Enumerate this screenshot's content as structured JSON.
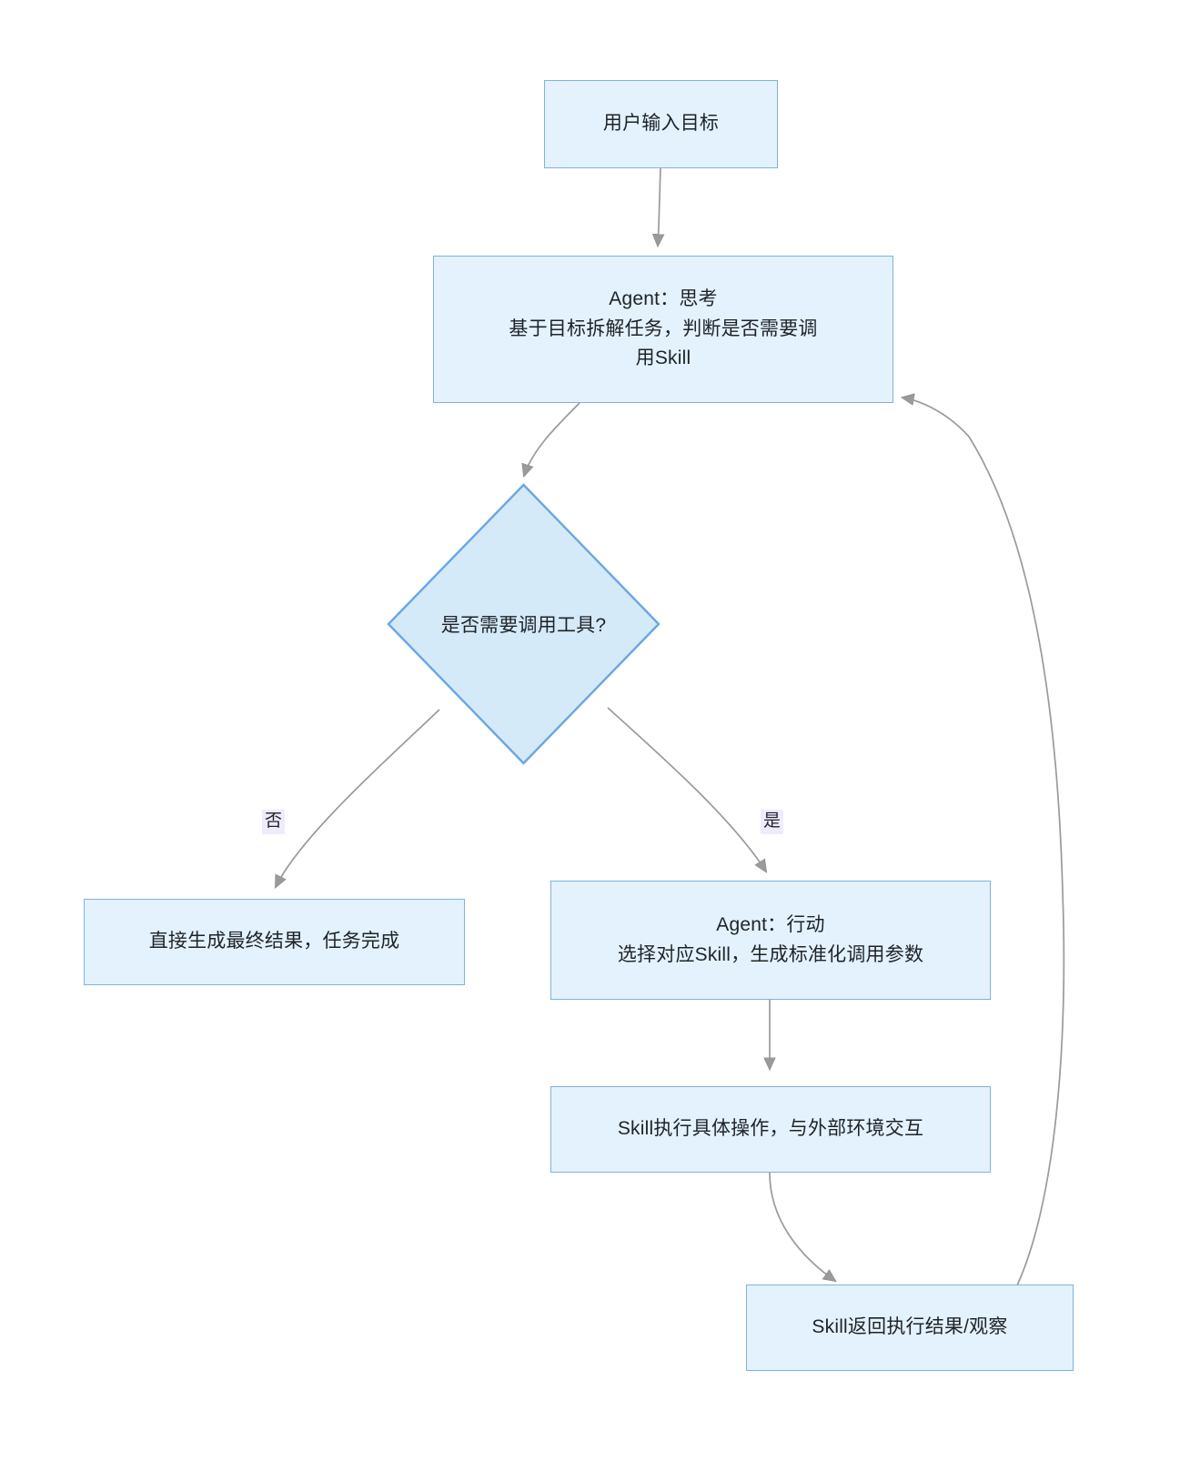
{
  "diagram": {
    "type": "flowchart",
    "direction": "top-down",
    "theme": {
      "node_fill": "#e3f2fd",
      "node_stroke": "#7eb2e0",
      "edge_stroke": "#9a9a9a",
      "edge_label_bg": "#efeafc",
      "text_color": "#1f2328",
      "background": "#ffffff"
    },
    "nodes": [
      {
        "id": "start",
        "shape": "rect",
        "label": "用户输入目标"
      },
      {
        "id": "think",
        "shape": "rect",
        "label": "Agent：思考\n基于目标拆解任务，判断是否需要调\n用Skill"
      },
      {
        "id": "decide",
        "shape": "diamond",
        "label": "是否需要调用工具?"
      },
      {
        "id": "finish",
        "shape": "rect",
        "label": "直接生成最终结果，任务完成"
      },
      {
        "id": "act",
        "shape": "rect",
        "label": "Agent：行动\n选择对应Skill，生成标准化调用参数"
      },
      {
        "id": "exec",
        "shape": "rect",
        "label": "Skill执行具体操作，与外部环境交互"
      },
      {
        "id": "observe",
        "shape": "rect",
        "label": "Skill返回执行结果/观察"
      }
    ],
    "edges": [
      {
        "from": "start",
        "to": "think",
        "label": ""
      },
      {
        "from": "think",
        "to": "decide",
        "label": ""
      },
      {
        "from": "decide",
        "to": "finish",
        "label": "否"
      },
      {
        "from": "decide",
        "to": "act",
        "label": "是"
      },
      {
        "from": "act",
        "to": "exec",
        "label": ""
      },
      {
        "from": "exec",
        "to": "observe",
        "label": ""
      },
      {
        "from": "observe",
        "to": "think",
        "label": ""
      }
    ]
  }
}
